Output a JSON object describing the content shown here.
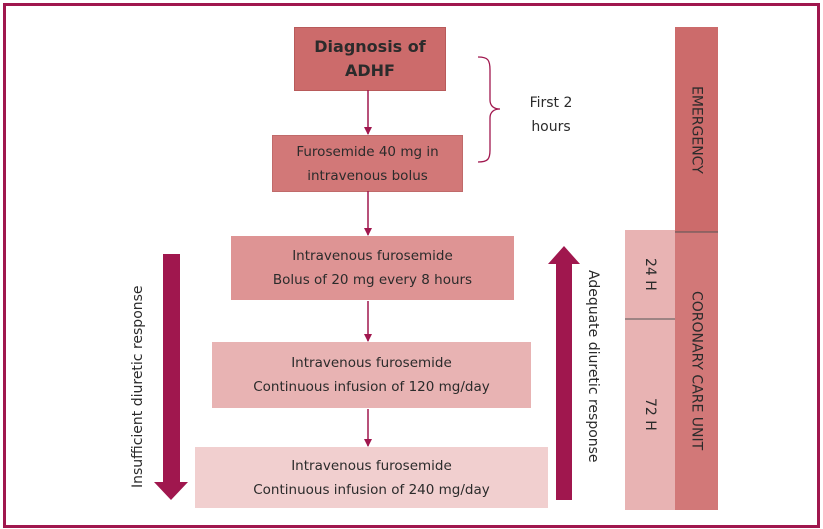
{
  "steps": [
    {
      "line1": "Diagnosis of",
      "line2": "ADHF"
    },
    {
      "line1": "Furosemide 40 mg in",
      "line2": "intravenous bolus"
    },
    {
      "line1": "Intravenous furosemide",
      "line2": "Bolus of 20 mg every 8 hours"
    },
    {
      "line1": "Intravenous furosemide",
      "line2": "Continuous infusion of 120 mg/day"
    },
    {
      "line1": "Intravenous furosemide",
      "line2": "Continuous infusion of 240 mg/day"
    }
  ],
  "timing": {
    "line1": "First 2",
    "line2": "hours"
  },
  "side_labels": {
    "insufficient": "Insufficient diuretic response",
    "adequate": "Adequate diuretic response"
  },
  "columns": {
    "emergency": "EMERGENCY",
    "coronary": "CORONARY CARE UNIT",
    "h24": "24 H",
    "h72": "72 H"
  },
  "colors": {
    "frame": "#a0174e",
    "arrow": "#a0174e",
    "emergency": "#cc6b6b",
    "ccu": "#d27878",
    "hours": "#e8b3b3"
  }
}
